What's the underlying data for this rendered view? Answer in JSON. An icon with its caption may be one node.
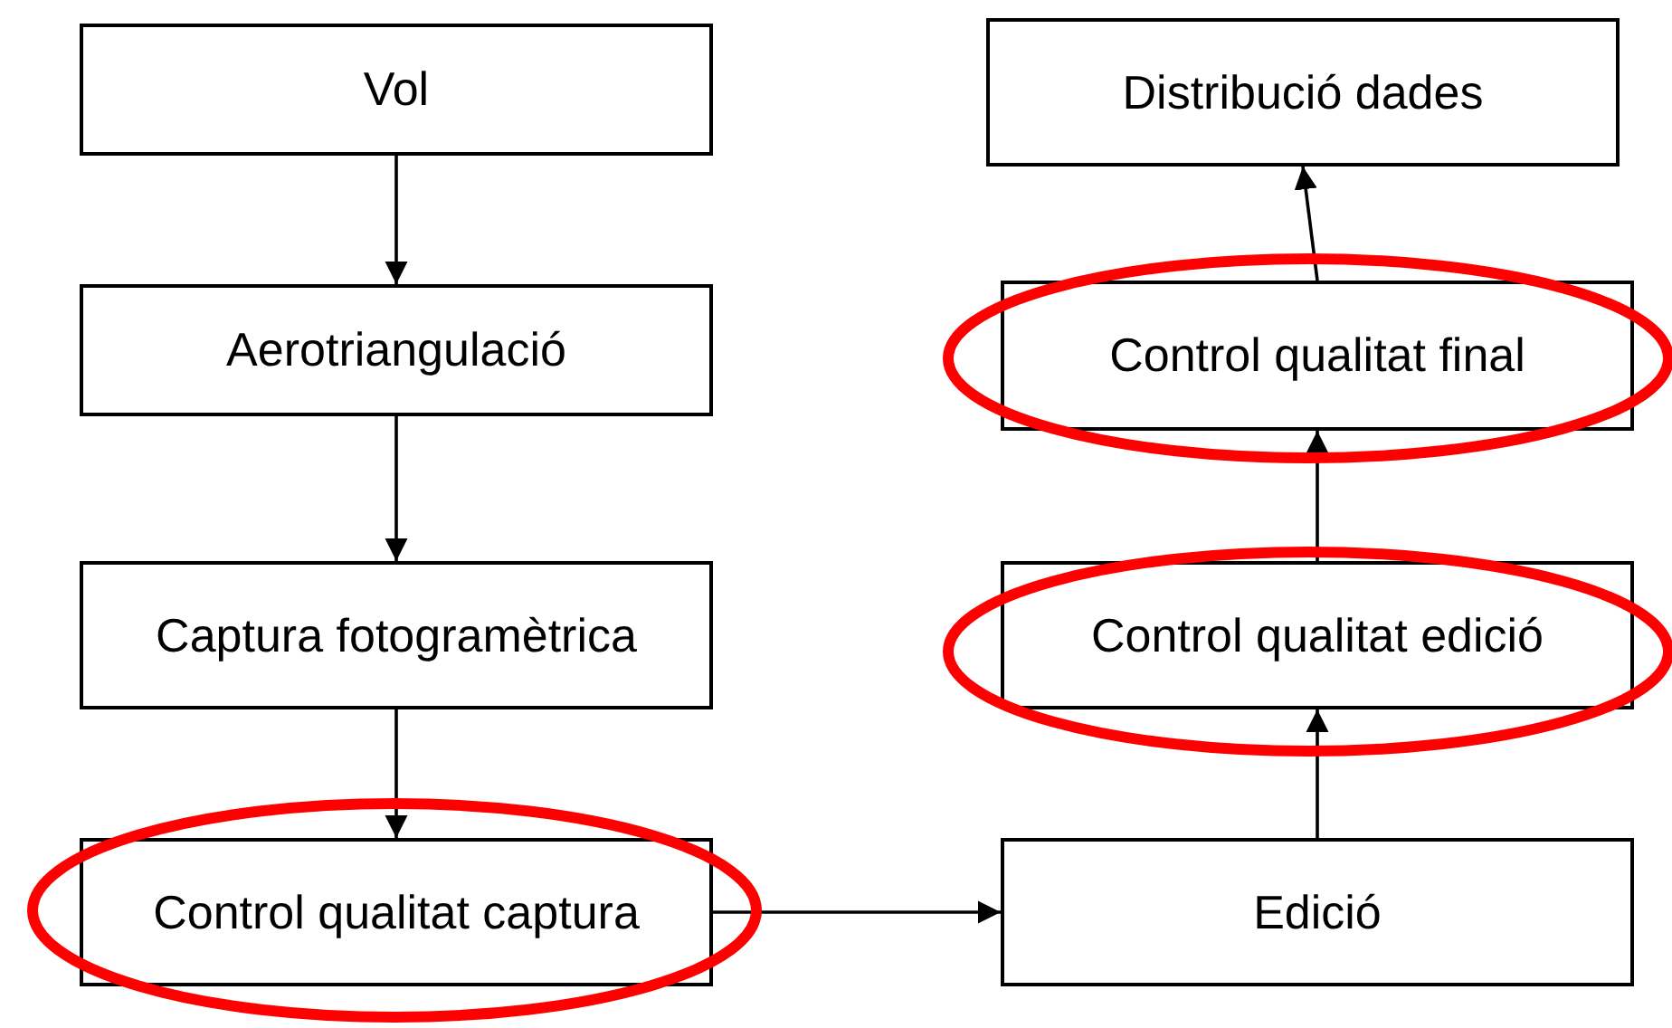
{
  "diagram": {
    "nodes": [
      {
        "text": [
          "Vol"
        ]
      },
      {
        "text": [
          "Aerotriangulació"
        ]
      },
      {
        "text": [
          "Captura fotogramètrica"
        ]
      },
      {
        "text": [],
        "shape": "ellipse"
      },
      {
        "text": [
          "Control qualitat captura"
        ],
        "in": 3
      },
      {
        "text": [
          "Edició"
        ]
      },
      {
        "text": [],
        "shape": "ellipse"
      },
      {
        "text": [
          "Control qualitat edició"
        ],
        "in": 6
      },
      {
        "text": [],
        "shape": "ellipse"
      },
      {
        "text": [
          "Control qualitat final"
        ],
        "in": 8
      },
      {
        "text": [
          "Distribució dades"
        ]
      }
    ],
    "edges": [
      {
        "from": 0,
        "to": 1,
        "arrow": "to"
      },
      {
        "from": 1,
        "to": 2,
        "arrow": "to"
      },
      {
        "from": 2,
        "to": 4,
        "arrow": "to"
      },
      {
        "from": 4,
        "to": 5,
        "arrow": "to"
      },
      {
        "from": 5,
        "to": 7,
        "arrow": "to"
      },
      {
        "from": 7,
        "to": 9,
        "arrow": "to"
      },
      {
        "from": 9,
        "to": 10,
        "arrow": "to"
      }
    ]
  }
}
